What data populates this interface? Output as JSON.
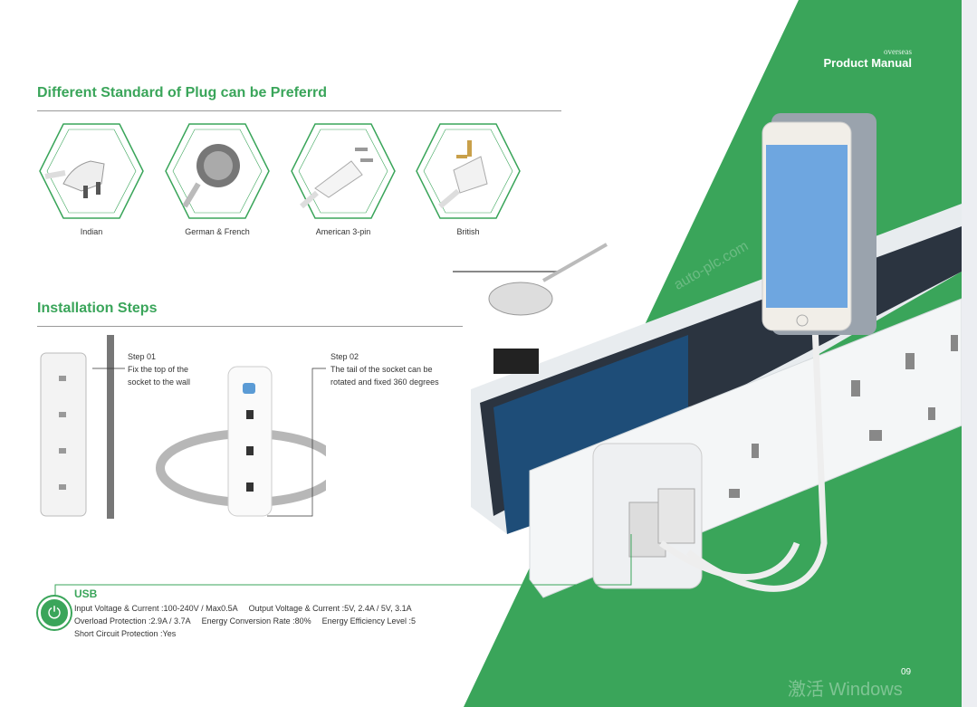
{
  "header": {
    "brand_small": "overseas",
    "brand_title": "Product Manual"
  },
  "plugs": {
    "title": "Different Standard of Plug can be Preferrd",
    "items": [
      {
        "label": "Indian"
      },
      {
        "label": "German & French"
      },
      {
        "label": "American 3-pin"
      },
      {
        "label": "British"
      }
    ]
  },
  "installation": {
    "title": "Installation Steps",
    "steps": [
      {
        "title": "Step 01",
        "line1": "Fix the top of the",
        "line2": "socket to the wall"
      },
      {
        "title": "Step 02",
        "line1": "The tail of the socket can be",
        "line2": "rotated and fixed 360 degrees"
      }
    ]
  },
  "usb": {
    "title": "USB",
    "specs": [
      [
        "Input Voltage & Current :100-240V / Max0.5A",
        "Output Voltage & Current :5V, 2.4A / 5V, 3.1A"
      ],
      [
        "Overload Protection :2.9A / 3.7A",
        "Energy Conversion Rate :80%",
        "Energy Efficiency Level :5"
      ],
      [
        "Short Circuit Protection :Yes"
      ]
    ]
  },
  "page_number": "09",
  "watermark": "auto-plc.com",
  "os_watermark": "激活 Windows",
  "colors": {
    "green": "#3aa55a"
  }
}
